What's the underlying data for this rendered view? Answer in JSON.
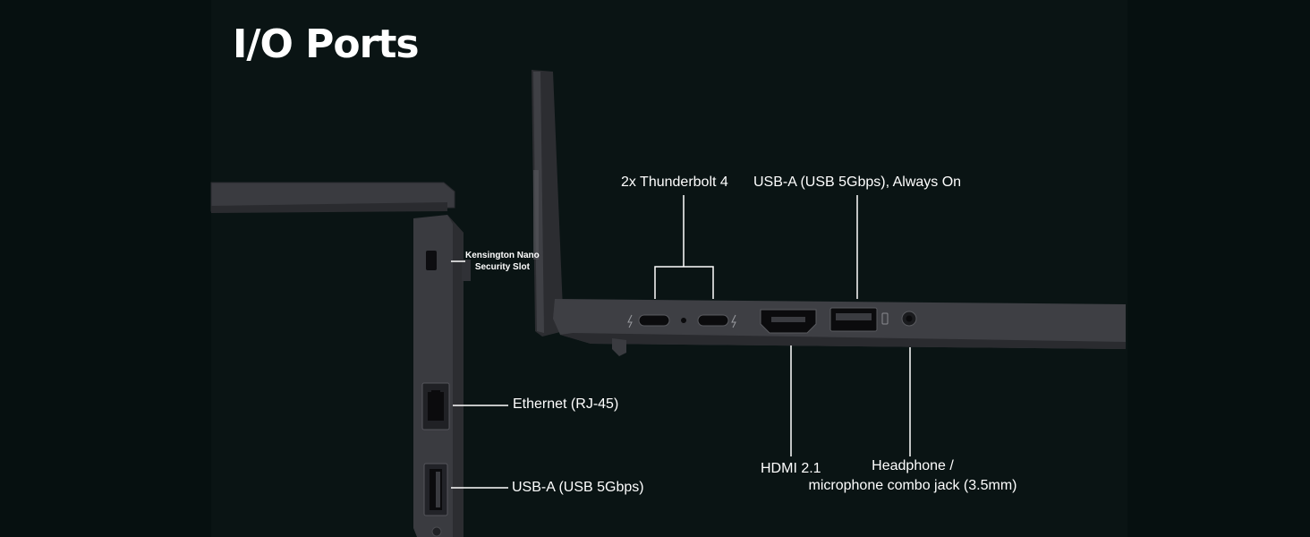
{
  "title": "I/O Ports",
  "labels": {
    "kensington_line1": "Kensington Nano",
    "kensington_line2": "Security Slot",
    "thunderbolt": "2x Thunderbolt 4",
    "usb_a_always_on": "USB-A (USB 5Gbps), Always On",
    "ethernet": "Ethernet (RJ-45)",
    "usb_a": "USB-A (USB 5Gbps)",
    "hdmi": "HDMI 2.1",
    "headphone_line1": "Headphone /",
    "headphone_line2": "microphone combo jack (3.5mm)"
  },
  "colors": {
    "background": "#0a1414",
    "laptop_body": "#3a3b40",
    "laptop_edge": "#26272b",
    "callout_line": "#ffffff",
    "text": "#ffffff"
  }
}
